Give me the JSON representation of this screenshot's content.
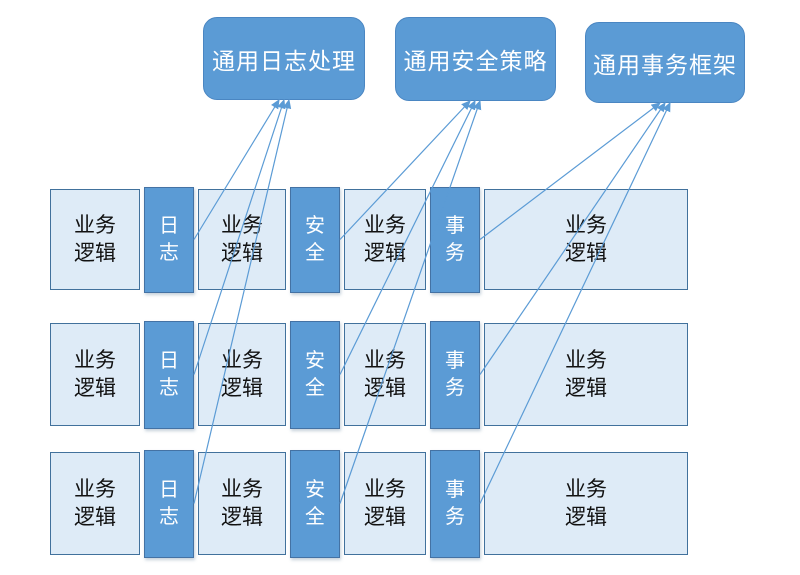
{
  "diagram": {
    "top_boxes": [
      {
        "label": "通用日志处理"
      },
      {
        "label": "通用安全策略"
      },
      {
        "label": "通用事务框架"
      }
    ],
    "rows": [
      {
        "segments": [
          {
            "kind": "light",
            "name": "business-logic",
            "label": "业务逻辑"
          },
          {
            "kind": "dark",
            "name": "log-aspect",
            "label": "日志",
            "connects_to": "通用日志处理"
          },
          {
            "kind": "light",
            "name": "business-logic",
            "label": "业务逻辑"
          },
          {
            "kind": "dark",
            "name": "security-aspect",
            "label": "安全",
            "connects_to": "通用安全策略"
          },
          {
            "kind": "light",
            "name": "business-logic",
            "label": "业务逻辑"
          },
          {
            "kind": "dark",
            "name": "transaction-aspect",
            "label": "事务",
            "connects_to": "通用事务框架"
          },
          {
            "kind": "light",
            "name": "business-logic",
            "label": "业务逻辑"
          }
        ]
      },
      {
        "segments": [
          {
            "kind": "light",
            "name": "business-logic",
            "label": "业务逻辑"
          },
          {
            "kind": "dark",
            "name": "log-aspect",
            "label": "日志",
            "connects_to": "通用日志处理"
          },
          {
            "kind": "light",
            "name": "business-logic",
            "label": "业务逻辑"
          },
          {
            "kind": "dark",
            "name": "security-aspect",
            "label": "安全",
            "connects_to": "通用安全策略"
          },
          {
            "kind": "light",
            "name": "business-logic",
            "label": "业务逻辑"
          },
          {
            "kind": "dark",
            "name": "transaction-aspect",
            "label": "事务",
            "connects_to": "通用事务框架"
          },
          {
            "kind": "light",
            "name": "business-logic",
            "label": "业务逻辑"
          }
        ]
      },
      {
        "segments": [
          {
            "kind": "light",
            "name": "business-logic",
            "label": "业务逻辑"
          },
          {
            "kind": "dark",
            "name": "log-aspect",
            "label": "日志",
            "connects_to": "通用日志处理"
          },
          {
            "kind": "light",
            "name": "business-logic",
            "label": "业务逻辑"
          },
          {
            "kind": "dark",
            "name": "security-aspect",
            "label": "安全",
            "connects_to": "通用安全策略"
          },
          {
            "kind": "light",
            "name": "business-logic",
            "label": "业务逻辑"
          },
          {
            "kind": "dark",
            "name": "transaction-aspect",
            "label": "事务",
            "connects_to": "通用事务框架"
          },
          {
            "kind": "light",
            "name": "business-logic",
            "label": "业务逻辑"
          }
        ]
      }
    ],
    "colors": {
      "box_fill": "#5B9BD5",
      "box_border": "#4A86C2",
      "light_fill": "#DEEBF7",
      "light_border": "#41719C",
      "dark_fill": "#5B9BD5",
      "dark_border": "#4472A4",
      "connector": "#5B9BD5",
      "text_light": "#FFFFFF"
    }
  }
}
